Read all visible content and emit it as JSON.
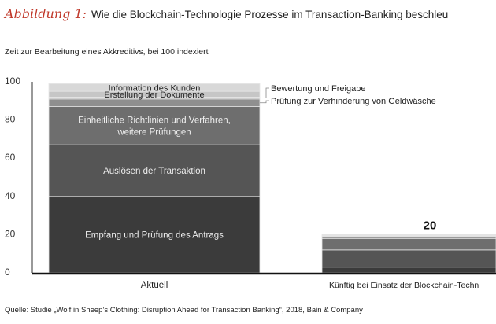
{
  "title": {
    "figure_label": "Abbildung 1:",
    "text": "Wie die Blockchain-Technologie Prozesse im Transaction-Banking beschleu"
  },
  "source": "Quelle: Studie „Wolf in Sheep’s Clothing: Disruption Ahead for Transaction Banking“, 2018, Bain & Company",
  "chart_data": {
    "type": "bar",
    "stacked": true,
    "subtitle": "Zeit zur Bearbeitung eines Akkreditivs, bei 100 indexiert",
    "categories": [
      "Aktuell",
      "Künftig bei Einsatz der Blockchain-Techn"
    ],
    "ylim": [
      0,
      100
    ],
    "yticks": [
      0,
      20,
      40,
      60,
      80,
      100
    ],
    "grid": false,
    "series": [
      {
        "name": "Empfang und Prüfung des Antrags",
        "values": [
          40,
          3
        ],
        "color": "#3b3b3b",
        "label_inside": true
      },
      {
        "name": "Auslösen der Transaktion",
        "values": [
          27,
          9
        ],
        "color": "#555555",
        "label_inside": true
      },
      {
        "name": "Einheitliche Richtlinien und Verfahren, weitere Prüfungen",
        "label_lines": [
          "Einheitliche Richtlinien und Verfahren,",
          "weitere Prüfungen"
        ],
        "values": [
          20,
          6
        ],
        "color": "#6e6e6e",
        "label_inside": true
      },
      {
        "name": "Prüfung zur Verhinderung von Geldwäsche",
        "values": [
          4,
          0.8
        ],
        "color": "#8f8f8f",
        "label_inside": false
      },
      {
        "name": "Bewertung und Freigabe",
        "values": [
          1,
          0.4
        ],
        "color": "#b5b5b5",
        "label_inside": false
      },
      {
        "name": "Erstellung der Dokumente",
        "values": [
          3,
          0.4
        ],
        "color": "#c6c6c6",
        "label_inside": true
      },
      {
        "name": "Information des Kunden",
        "values": [
          4,
          0.4
        ],
        "color": "#d8d8d8",
        "label_inside": true
      }
    ],
    "totals_labels": [
      null,
      "20"
    ]
  }
}
